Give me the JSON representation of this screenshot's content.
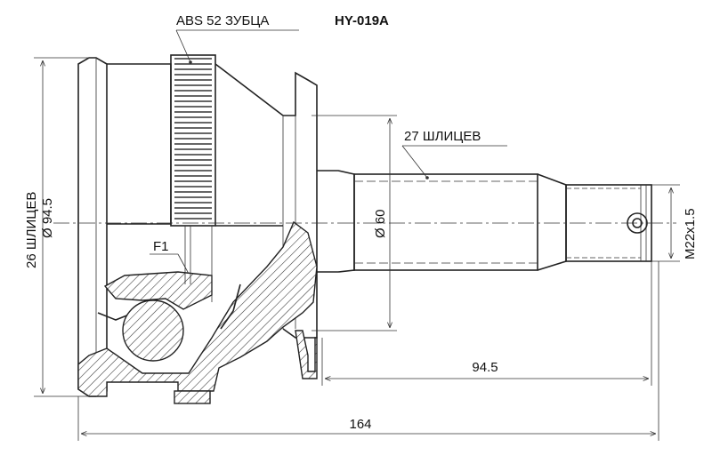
{
  "drawing": {
    "part_number": "HY-019A",
    "abs_label": "ABS 52 ЗУБЦА",
    "outer_spline_label": "27 ШЛИЦЕВ",
    "inner_spline_label": "26 ШЛИЦЕВ",
    "outer_diameter_label": "Ø 94.5",
    "shaft_diameter_label": "Ø 60",
    "thread_label": "M22x1.5",
    "feature_label": "F1",
    "shaft_length_label": "94.5",
    "overall_length_label": "164"
  }
}
